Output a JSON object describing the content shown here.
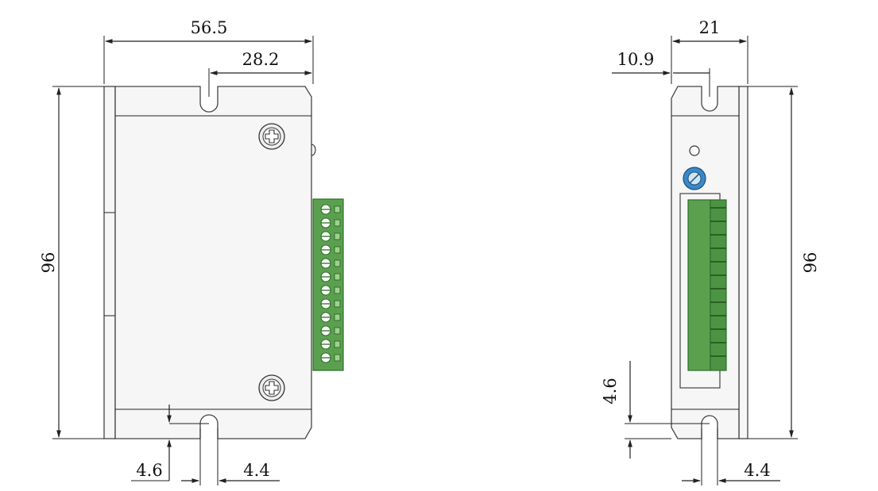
{
  "front_view": {
    "width_label": "56.5",
    "slot_offset_label": "28.2",
    "height_label": "96",
    "bottom_edge_label": "4.6",
    "slot_width_label": "4.4"
  },
  "side_view": {
    "width_label": "21",
    "slot_offset_label": "10.9",
    "height_label": "96",
    "bottom_edge_label": "4.6",
    "slot_width_label": "4.4"
  },
  "colors": {
    "terminal_green": "#5aa04f",
    "terminal_dark": "#2f6e2a",
    "knob_blue": "#3a88c8",
    "body_fill": "#f6f6f6"
  }
}
